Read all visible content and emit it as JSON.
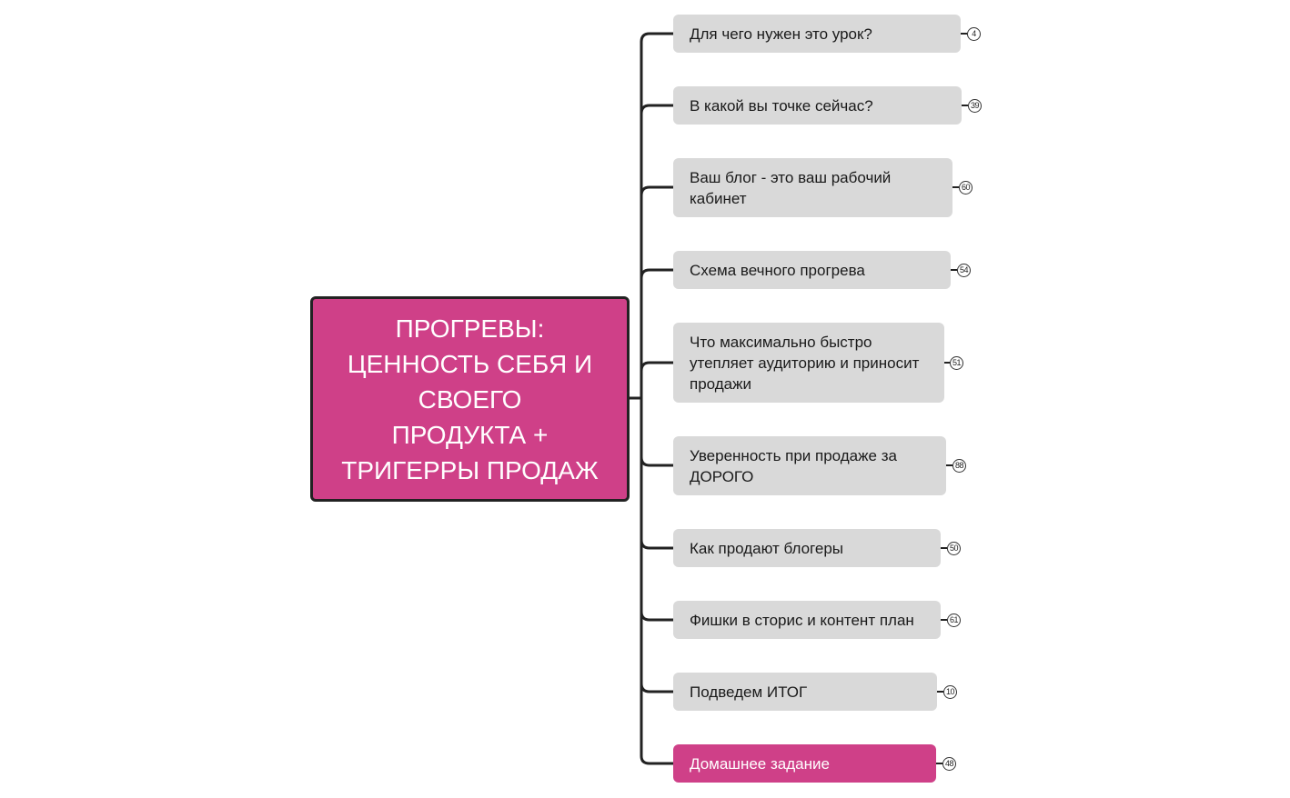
{
  "root": {
    "title": "ПРОГРЕВЫ:\nЦЕННОСТЬ СЕБЯ И\nСВОЕГО\nПРОДУКТА +\nТРИГЕРРЫ ПРОДАЖ"
  },
  "topics": [
    {
      "label": "Для чего нужен это урок?",
      "count": "4"
    },
    {
      "label": "В какой вы точке сейчас?",
      "count": "39"
    },
    {
      "label": "Ваш блог - это ваш рабочий кабинет",
      "count": "60"
    },
    {
      "label": "Схема вечного прогрева",
      "count": "54"
    },
    {
      "label": "Что максимально быстро утепляет аудиторию и приносит продажи",
      "count": "51"
    },
    {
      "label": "Уверенность при продаже за ДОРОГО",
      "count": "88"
    },
    {
      "label": "Как продают блогеры",
      "count": "50"
    },
    {
      "label": "Фишки в сторис и контент план",
      "count": "61"
    },
    {
      "label": "Подведем ИТОГ",
      "count": "10"
    },
    {
      "label": "Домашнее задание",
      "count": "48"
    }
  ],
  "colors": {
    "accent": "#cf4088",
    "node": "#d9d9d9",
    "line": "#222222"
  }
}
